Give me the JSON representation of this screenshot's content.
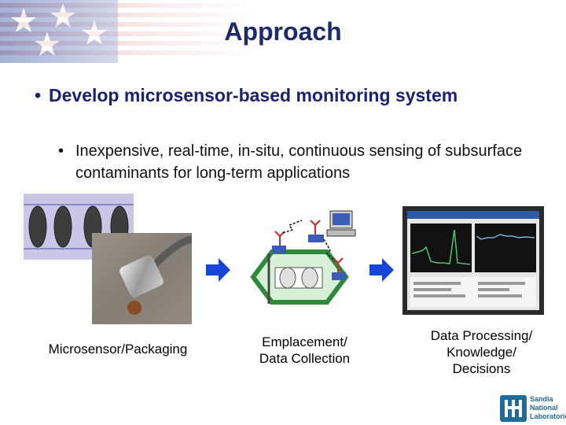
{
  "slide": {
    "title": "Approach",
    "bullet_main": "Develop microsensor-based monitoring system",
    "bullet_sub": "Inexpensive, real-time, in-situ, continuous sensing of subsurface contaminants for long-term applications",
    "bullet_glyph": "•"
  },
  "stages": [
    {
      "caption_line1": "Microsensor/Packaging",
      "caption_line2": ""
    },
    {
      "caption_line1": "Emplacement/",
      "caption_line2": "Data Collection"
    },
    {
      "caption_line1": "Data Processing/",
      "caption_line2": "Knowledge/",
      "caption_line3": "Decisions"
    }
  ],
  "logo": {
    "line1": "Sandia",
    "line2": "National",
    "line3": "Laboratories"
  },
  "colors": {
    "title": "#1f2a6b",
    "arrow": "#1546d8",
    "flag_red": "#c84a4a",
    "flag_blue": "#4a5fa8"
  },
  "icons": [
    "flag-banner",
    "right-arrow-icon",
    "sandia-thunderbird-icon"
  ]
}
